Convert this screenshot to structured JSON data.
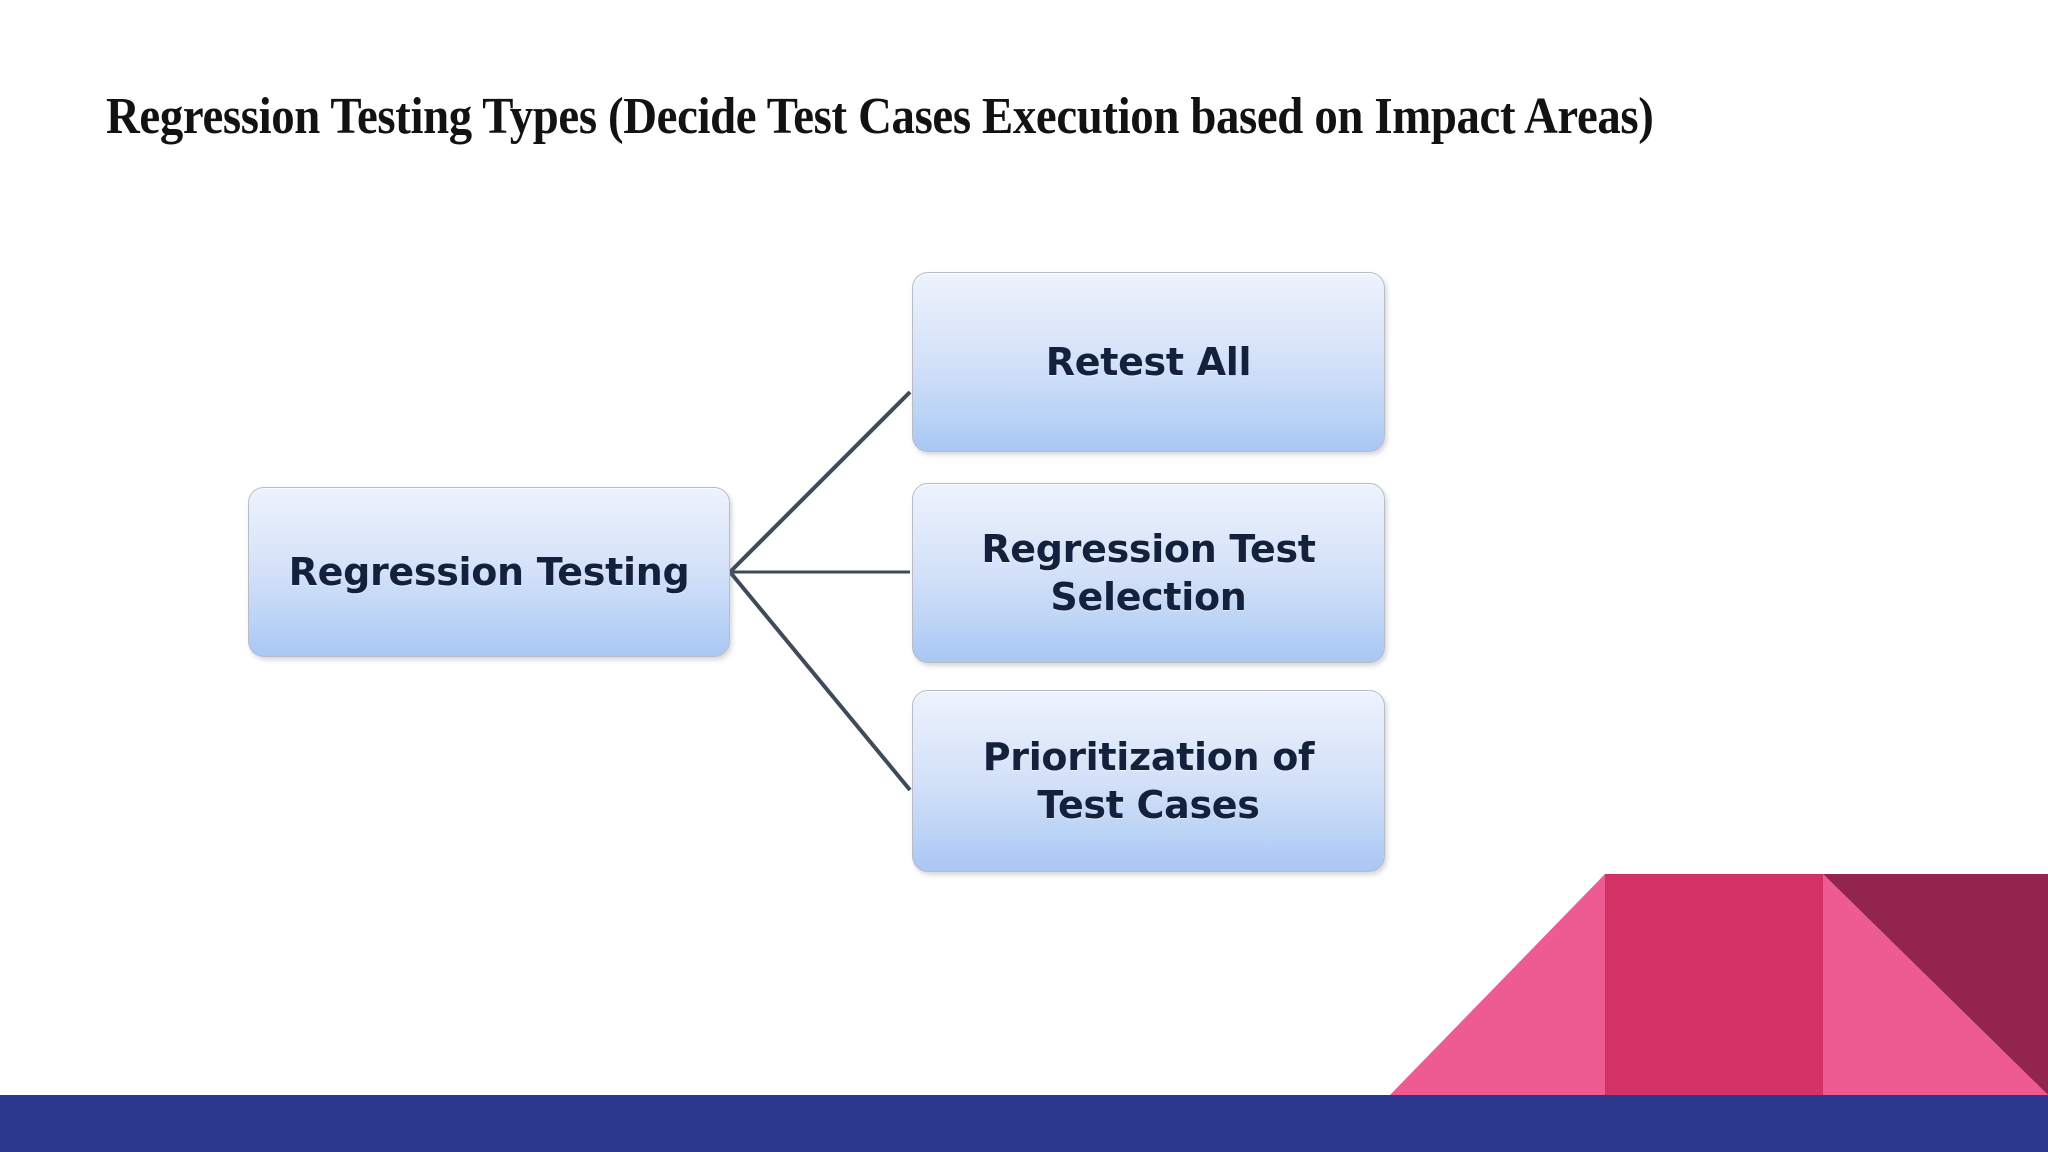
{
  "slide": {
    "title": "Regression Testing Types (Decide Test Cases Execution based on Impact Areas)",
    "background_color": "#ffffff"
  },
  "diagram": {
    "type": "tree",
    "root": {
      "id": "regression-testing",
      "label": "Regression Testing"
    },
    "children": [
      {
        "id": "retest-all",
        "label": "Retest All"
      },
      {
        "id": "regression-test-selection",
        "label": "Regression Test\nSelection"
      },
      {
        "id": "prioritization-of-test-cases",
        "label": "Prioritization of\nTest Cases"
      }
    ],
    "connector_color": "#3f4a5a",
    "node_border_color": "#b9bcc4",
    "node_fill_top": "#eef3fd",
    "node_fill_bottom": "#a9c7f4",
    "node_text_color": "#14213d"
  },
  "decoration": {
    "bottom_bar_color": "#2b388d",
    "triangle_light_pink": "#ee5b92",
    "triangle_mid_pink": "#d23266",
    "triangle_dark_maroon": "#93244e"
  }
}
